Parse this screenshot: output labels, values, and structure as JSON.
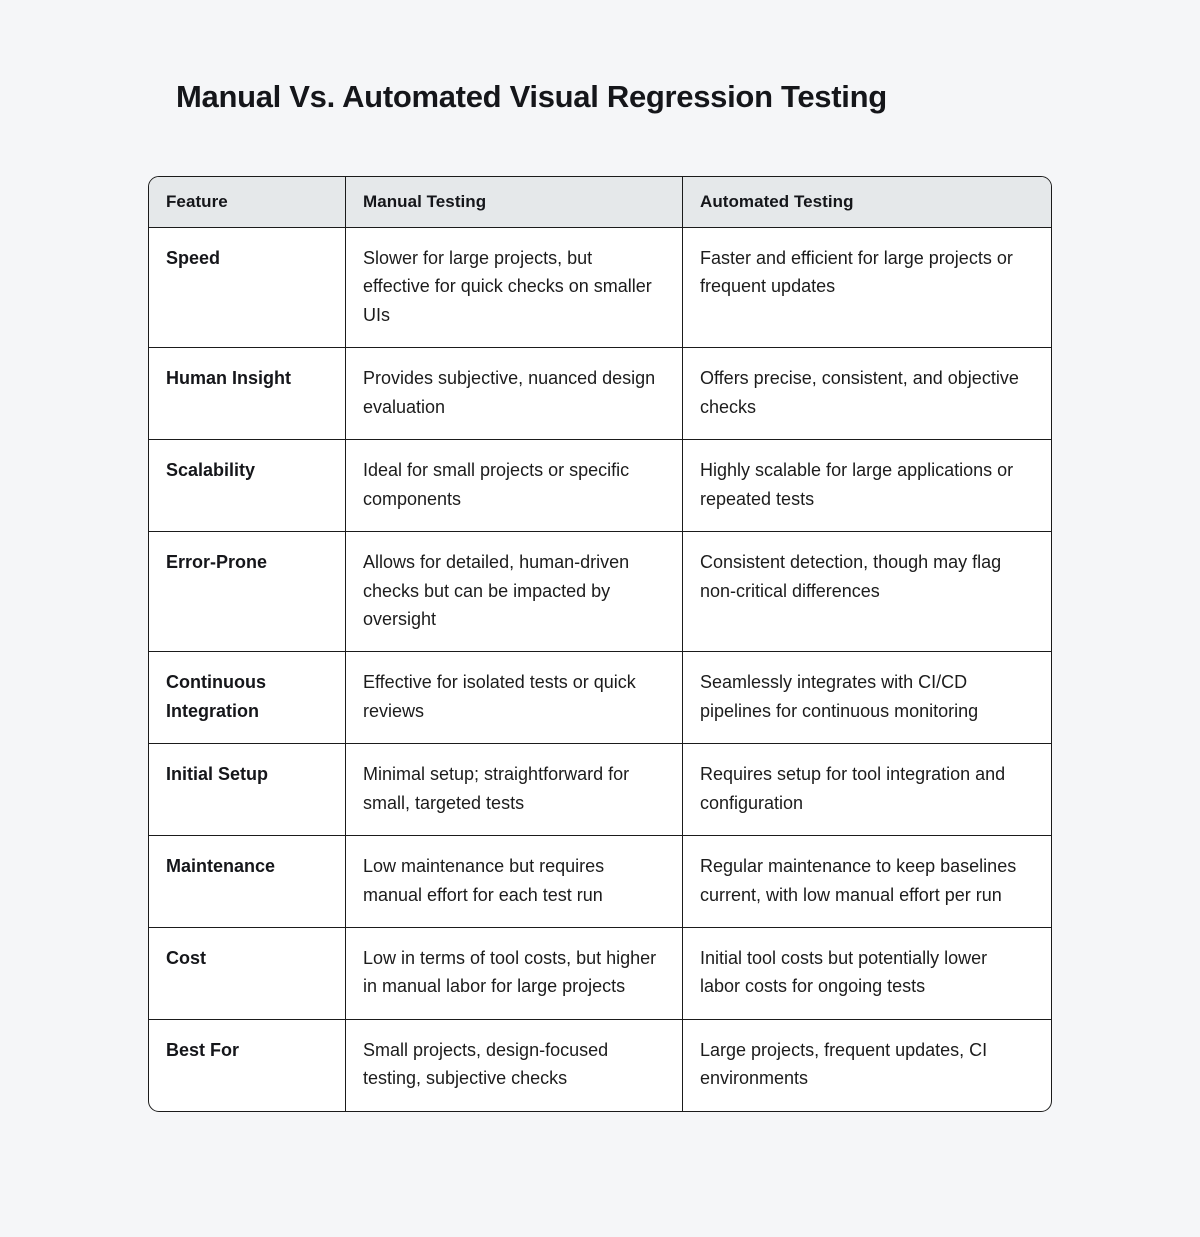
{
  "page": {
    "title": "Manual Vs. Automated Visual Regression Testing",
    "background_color": "#f5f6f8",
    "text_color": "#15161a"
  },
  "table": {
    "header_background": "#e5e8ea",
    "border_color": "#1b1b1b",
    "columns": [
      {
        "key": "feature",
        "label": "Feature"
      },
      {
        "key": "manual",
        "label": "Manual Testing"
      },
      {
        "key": "automated",
        "label": "Automated Testing"
      }
    ],
    "rows": [
      {
        "feature": "Speed",
        "manual": "Slower for large projects, but effective for quick checks on smaller UIs",
        "automated": "Faster and efficient for large projects or frequent updates"
      },
      {
        "feature": "Human Insight",
        "manual": "Provides subjective, nuanced design evaluation",
        "automated": "Offers precise, consistent, and objective checks"
      },
      {
        "feature": "Scalability",
        "manual": "Ideal for small projects or specific components",
        "automated": "Highly scalable for large applications or repeated tests"
      },
      {
        "feature": "Error-Prone",
        "manual": "Allows for detailed, human-driven checks but can be impacted by oversight",
        "automated": "Consistent detection, though may flag non-critical differences"
      },
      {
        "feature": "Continuous Integration",
        "manual": "Effective for isolated tests or quick reviews",
        "automated": "Seamlessly integrates with CI/CD pipelines for continuous monitoring"
      },
      {
        "feature": "Initial Setup",
        "manual": "Minimal setup; straightforward for small, targeted tests",
        "automated": "Requires setup for tool integration and configuration"
      },
      {
        "feature": "Maintenance",
        "manual": "Low maintenance but requires manual effort for each test run",
        "automated": "Regular maintenance to keep baselines current, with low manual effort per run"
      },
      {
        "feature": "Cost",
        "manual": "Low in terms of tool costs, but higher in manual labor for large projects",
        "automated": "Initial tool costs but potentially lower labor costs for ongoing tests"
      },
      {
        "feature": "Best For",
        "manual": "Small projects, design-focused testing, subjective checks",
        "automated": "Large projects, frequent updates, CI environments"
      }
    ]
  }
}
